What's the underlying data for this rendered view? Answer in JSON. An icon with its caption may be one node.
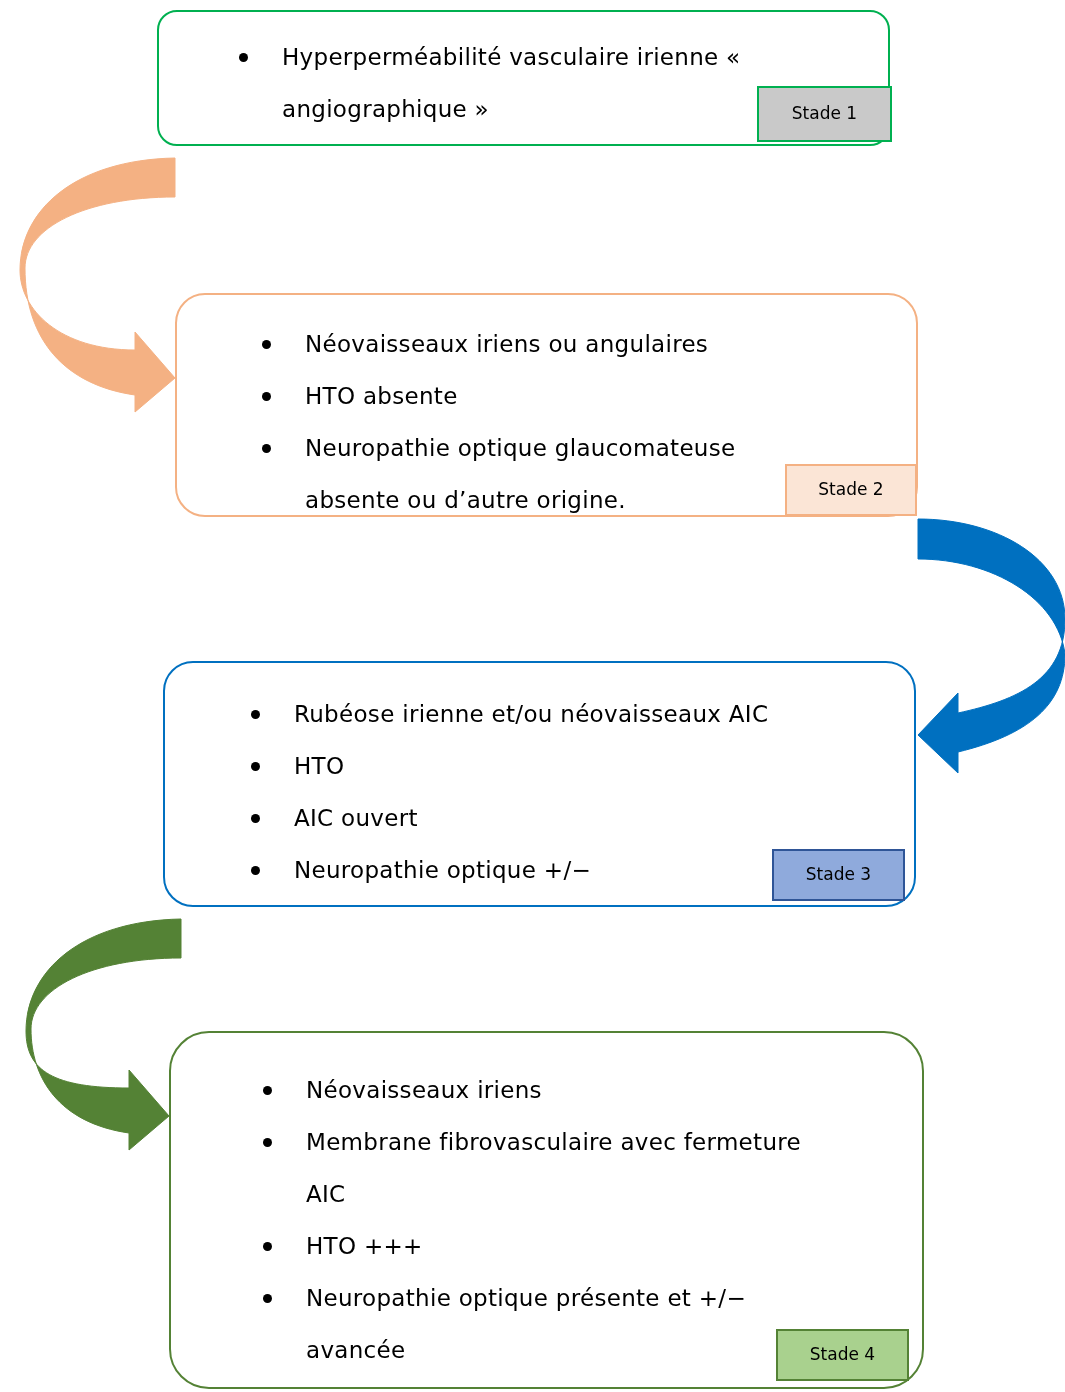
{
  "diagram": {
    "nodes": [
      {
        "text": [
          "Hyperperméabilité vasculaire irienne « angiographique »"
        ]
      },
      {
        "text": [
          "Stade 1"
        ],
        "in": 0
      },
      {
        "text": [
          "Néovaisseaux iriens ou angulaires",
          "HTO absente",
          "Neuropathie optique glaucomateuse absente ou d’autre origine."
        ]
      },
      {
        "text": [
          "Stade 2"
        ],
        "in": 2
      },
      {
        "text": [
          "Rubéose irienne et/ou néovaisseaux AIC",
          "HTO",
          "AIC ouvert",
          "Neuropathie optique +/−"
        ]
      },
      {
        "text": [
          "Stade 3"
        ],
        "in": 4
      },
      {
        "text": [
          "Néovaisseaux iriens",
          "Membrane fibrovasculaire avec fermeture AIC",
          "HTO +++",
          "Neuropathie optique présente et +/− avancée"
        ]
      },
      {
        "text": [
          "Stade 4"
        ],
        "in": 6
      }
    ],
    "edges": [
      {
        "from": 0,
        "to": 2,
        "arrow": "to",
        "style": "thick",
        "color": "#f4b183"
      },
      {
        "from": 2,
        "to": 4,
        "arrow": "to",
        "style": "thick",
        "color": "#0070c0"
      },
      {
        "from": 4,
        "to": 6,
        "arrow": "to",
        "style": "thick",
        "color": "#548235"
      }
    ]
  }
}
